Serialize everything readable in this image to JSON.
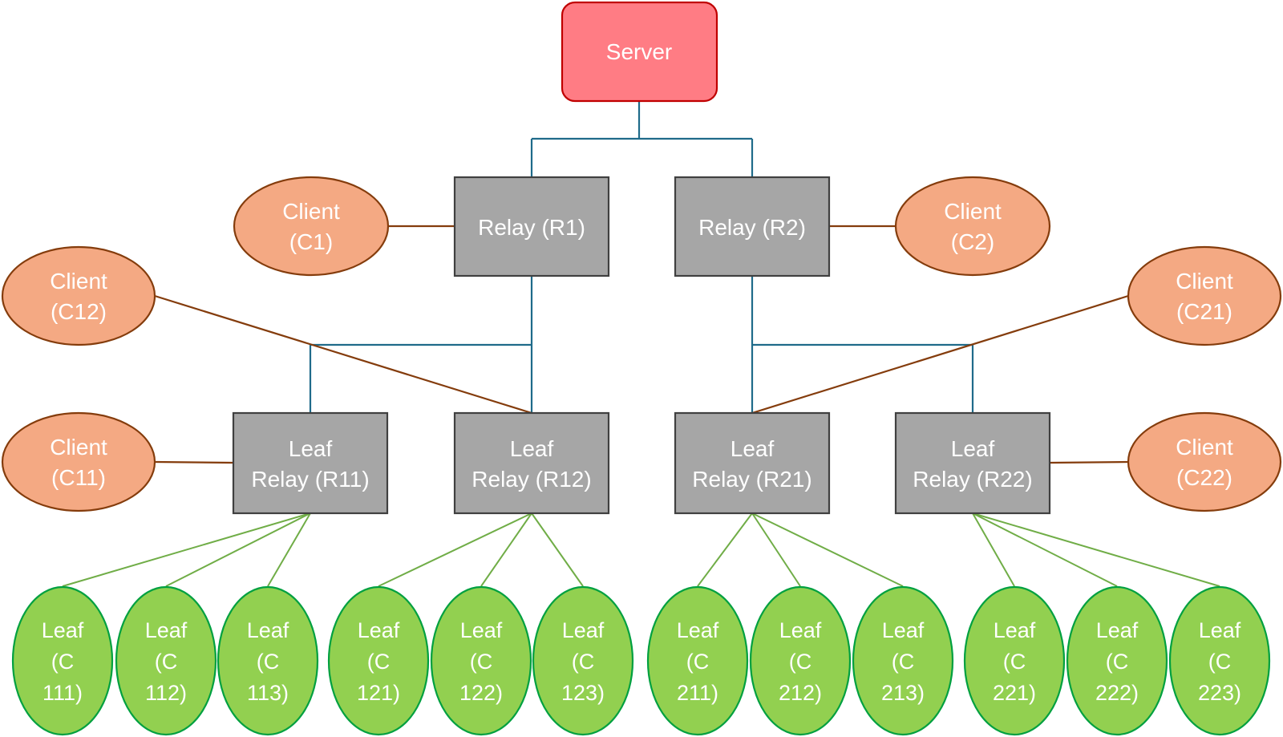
{
  "server": {
    "label": "Server",
    "color": "#ff7c84",
    "border": "#c00000"
  },
  "relays": [
    {
      "id": "r1",
      "lines": [
        "Relay (R1)"
      ]
    },
    {
      "id": "r2",
      "lines": [
        "Relay (R2)"
      ]
    }
  ],
  "leaf_relays": [
    {
      "id": "r11",
      "lines": [
        "Leaf",
        "Relay (R11)"
      ]
    },
    {
      "id": "r12",
      "lines": [
        "Leaf",
        "Relay (R12)"
      ]
    },
    {
      "id": "r21",
      "lines": [
        "Leaf",
        "Relay (R21)"
      ]
    },
    {
      "id": "r22",
      "lines": [
        "Leaf",
        "Relay (R22)"
      ]
    }
  ],
  "clients": [
    {
      "id": "c1",
      "lines": [
        "Client",
        "(C1)"
      ]
    },
    {
      "id": "c2",
      "lines": [
        "Client",
        "(C2)"
      ]
    },
    {
      "id": "c12",
      "lines": [
        "Client",
        "(C12)"
      ]
    },
    {
      "id": "c21",
      "lines": [
        "Client",
        "(C21)"
      ]
    },
    {
      "id": "c11",
      "lines": [
        "Client",
        "(C11)"
      ]
    },
    {
      "id": "c22",
      "lines": [
        "Client",
        "(C22)"
      ]
    }
  ],
  "leaves": [
    {
      "id": "c111",
      "lines": [
        "Leaf",
        "(C",
        "111)"
      ]
    },
    {
      "id": "c112",
      "lines": [
        "Leaf",
        "(C",
        "112)"
      ]
    },
    {
      "id": "c113",
      "lines": [
        "Leaf",
        "(C",
        "113)"
      ]
    },
    {
      "id": "c121",
      "lines": [
        "Leaf",
        "(C",
        "121)"
      ]
    },
    {
      "id": "c122",
      "lines": [
        "Leaf",
        "(C",
        "122)"
      ]
    },
    {
      "id": "c123",
      "lines": [
        "Leaf",
        "(C",
        "123)"
      ]
    },
    {
      "id": "c211",
      "lines": [
        "Leaf",
        "(C",
        "211)"
      ]
    },
    {
      "id": "c212",
      "lines": [
        "Leaf",
        "(C",
        "212)"
      ]
    },
    {
      "id": "c213",
      "lines": [
        "Leaf",
        "(C",
        "213)"
      ]
    },
    {
      "id": "c221",
      "lines": [
        "Leaf",
        "(C",
        "221)"
      ]
    },
    {
      "id": "c222",
      "lines": [
        "Leaf",
        "(C",
        "222)"
      ]
    },
    {
      "id": "c223",
      "lines": [
        "Leaf",
        "(C",
        "223)"
      ]
    }
  ],
  "colors": {
    "relay_fill": "#a6a6a6",
    "relay_border": "#404040",
    "client_fill": "#f4a983",
    "client_border": "#843c0c",
    "leaf_fill": "#92d050",
    "leaf_border": "#00a040",
    "relay_link": "#1f6b8a",
    "client_link": "#843c0c",
    "leaf_link": "#70ad47"
  }
}
